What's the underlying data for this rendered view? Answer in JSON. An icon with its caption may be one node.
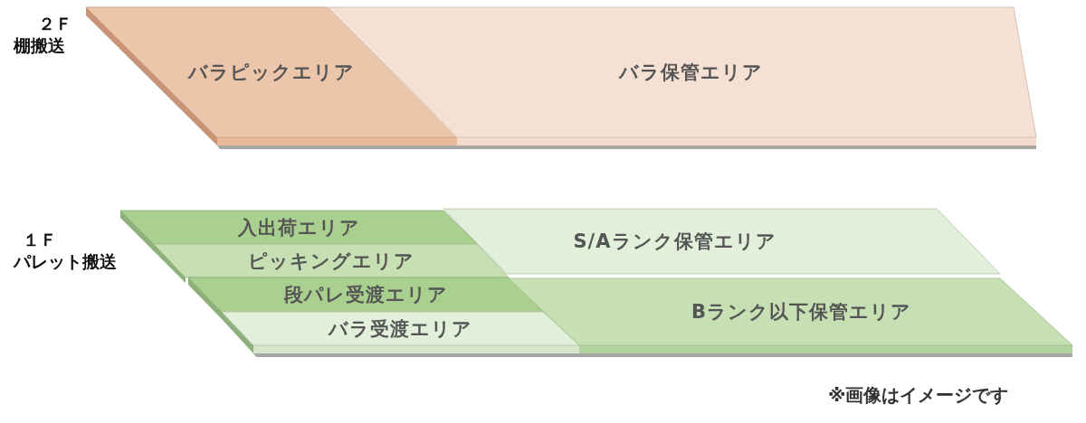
{
  "diagram": {
    "nodes": [
      {
        "text": [
          "バラピックエリア"
        ]
      },
      {
        "text": [
          "バラ保管エリア"
        ]
      },
      {
        "text": [
          "入出荷エリア"
        ]
      },
      {
        "text": [
          "ピッキングエリア"
        ]
      },
      {
        "text": [
          "段パレ受渡エリア"
        ]
      },
      {
        "text": [
          "バラ受渡エリア"
        ]
      },
      {
        "text": [
          "S/Aランク保管エリア"
        ]
      },
      {
        "text": [
          "Bランク以下保管エリア"
        ]
      }
    ],
    "labels": [
      "２Ｆ",
      "棚搬送",
      "１Ｆ",
      "パレット搬送",
      "※画像はイメージです"
    ]
  }
}
